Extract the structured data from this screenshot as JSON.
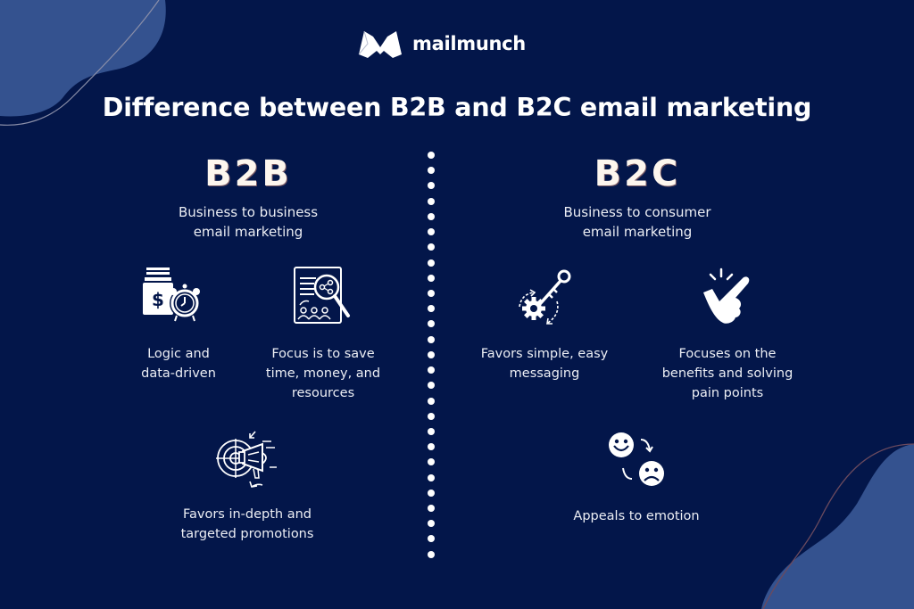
{
  "brand": {
    "name": "mailmunch",
    "logo_icon": "mailmunch-m-logo-icon"
  },
  "title": "Difference between B2B and B2C email marketing",
  "colors": {
    "background": "#03164a",
    "blob": "#34528f",
    "text": "#ffffff",
    "heading_text": "#fdf6ee"
  },
  "b2b": {
    "heading": "B2B",
    "subtitle_line1": "Business to business",
    "subtitle_line2": "email marketing",
    "features": [
      {
        "icon": "money-jar-alarm-clock-icon",
        "line1": "Logic and",
        "line2": "data-driven",
        "line3": ""
      },
      {
        "icon": "report-analysis-magnifier-icon",
        "line1": "Focus is to save",
        "line2": "time, money, and",
        "line3": "resources"
      },
      {
        "icon": "target-megaphone-icon",
        "line1": "Favors in-depth and",
        "line2": "targeted promotions",
        "line3": ""
      }
    ]
  },
  "b2c": {
    "heading": "B2C",
    "subtitle_line1": "Business to consumer",
    "subtitle_line2": "email marketing",
    "features": [
      {
        "icon": "key-gear-icon",
        "line1": "Favors simple, easy",
        "line2": "messaging",
        "line3": ""
      },
      {
        "icon": "pointing-hand-icon",
        "line1": "Focuses on the",
        "line2": "benefits and solving",
        "line3": "pain points"
      },
      {
        "icon": "happy-sad-faces-icon",
        "line1": "Appeals to emotion",
        "line2": "",
        "line3": ""
      }
    ]
  }
}
